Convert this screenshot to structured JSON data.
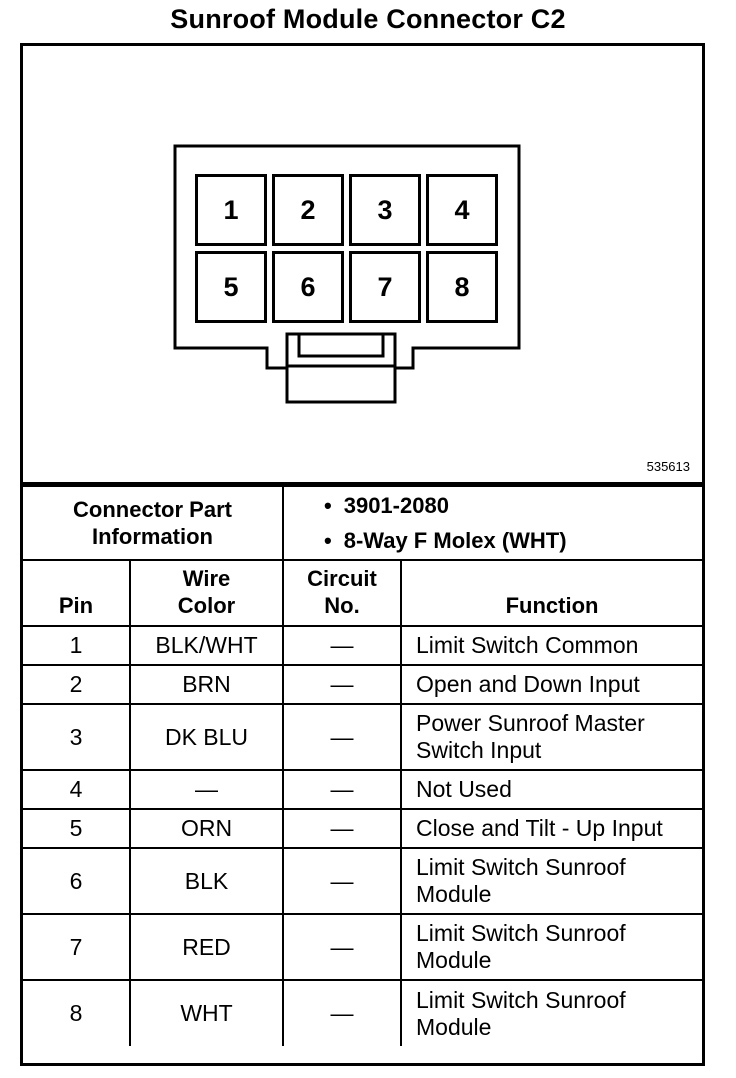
{
  "title": "Sunroof Module Connector C2",
  "figure_number": "535613",
  "connector_pins": [
    "1",
    "2",
    "3",
    "4",
    "5",
    "6",
    "7",
    "8"
  ],
  "part_info": {
    "label_line1": "Connector Part",
    "label_line2": "Information",
    "items": [
      "3901-2080",
      "8-Way F Molex (WHT)"
    ]
  },
  "headers": {
    "pin": "Pin",
    "wire_color_line1": "Wire",
    "wire_color_line2": "Color",
    "circuit_line1": "Circuit",
    "circuit_line2": "No.",
    "function": "Function"
  },
  "rows": [
    {
      "pin": "1",
      "color": "BLK/WHT",
      "circuit": "—",
      "function_line1": "Limit Switch Common",
      "function_line2": ""
    },
    {
      "pin": "2",
      "color": "BRN",
      "circuit": "—",
      "function_line1": "Open and Down Input",
      "function_line2": ""
    },
    {
      "pin": "3",
      "color": "DK BLU",
      "circuit": "—",
      "function_line1": "Power Sunroof Master",
      "function_line2": "Switch Input"
    },
    {
      "pin": "4",
      "color": "—",
      "circuit": "—",
      "function_line1": "Not Used",
      "function_line2": ""
    },
    {
      "pin": "5",
      "color": "ORN",
      "circuit": "—",
      "function_line1": "Close and Tilt - Up Input",
      "function_line2": ""
    },
    {
      "pin": "6",
      "color": "BLK",
      "circuit": "—",
      "function_line1": "Limit Switch Sunroof",
      "function_line2": "Module"
    },
    {
      "pin": "7",
      "color": "RED",
      "circuit": "—",
      "function_line1": "Limit Switch Sunroof",
      "function_line2": "Module"
    },
    {
      "pin": "8",
      "color": "WHT",
      "circuit": "—",
      "function_line1": "Limit Switch Sunroof",
      "function_line2": "Module"
    }
  ]
}
